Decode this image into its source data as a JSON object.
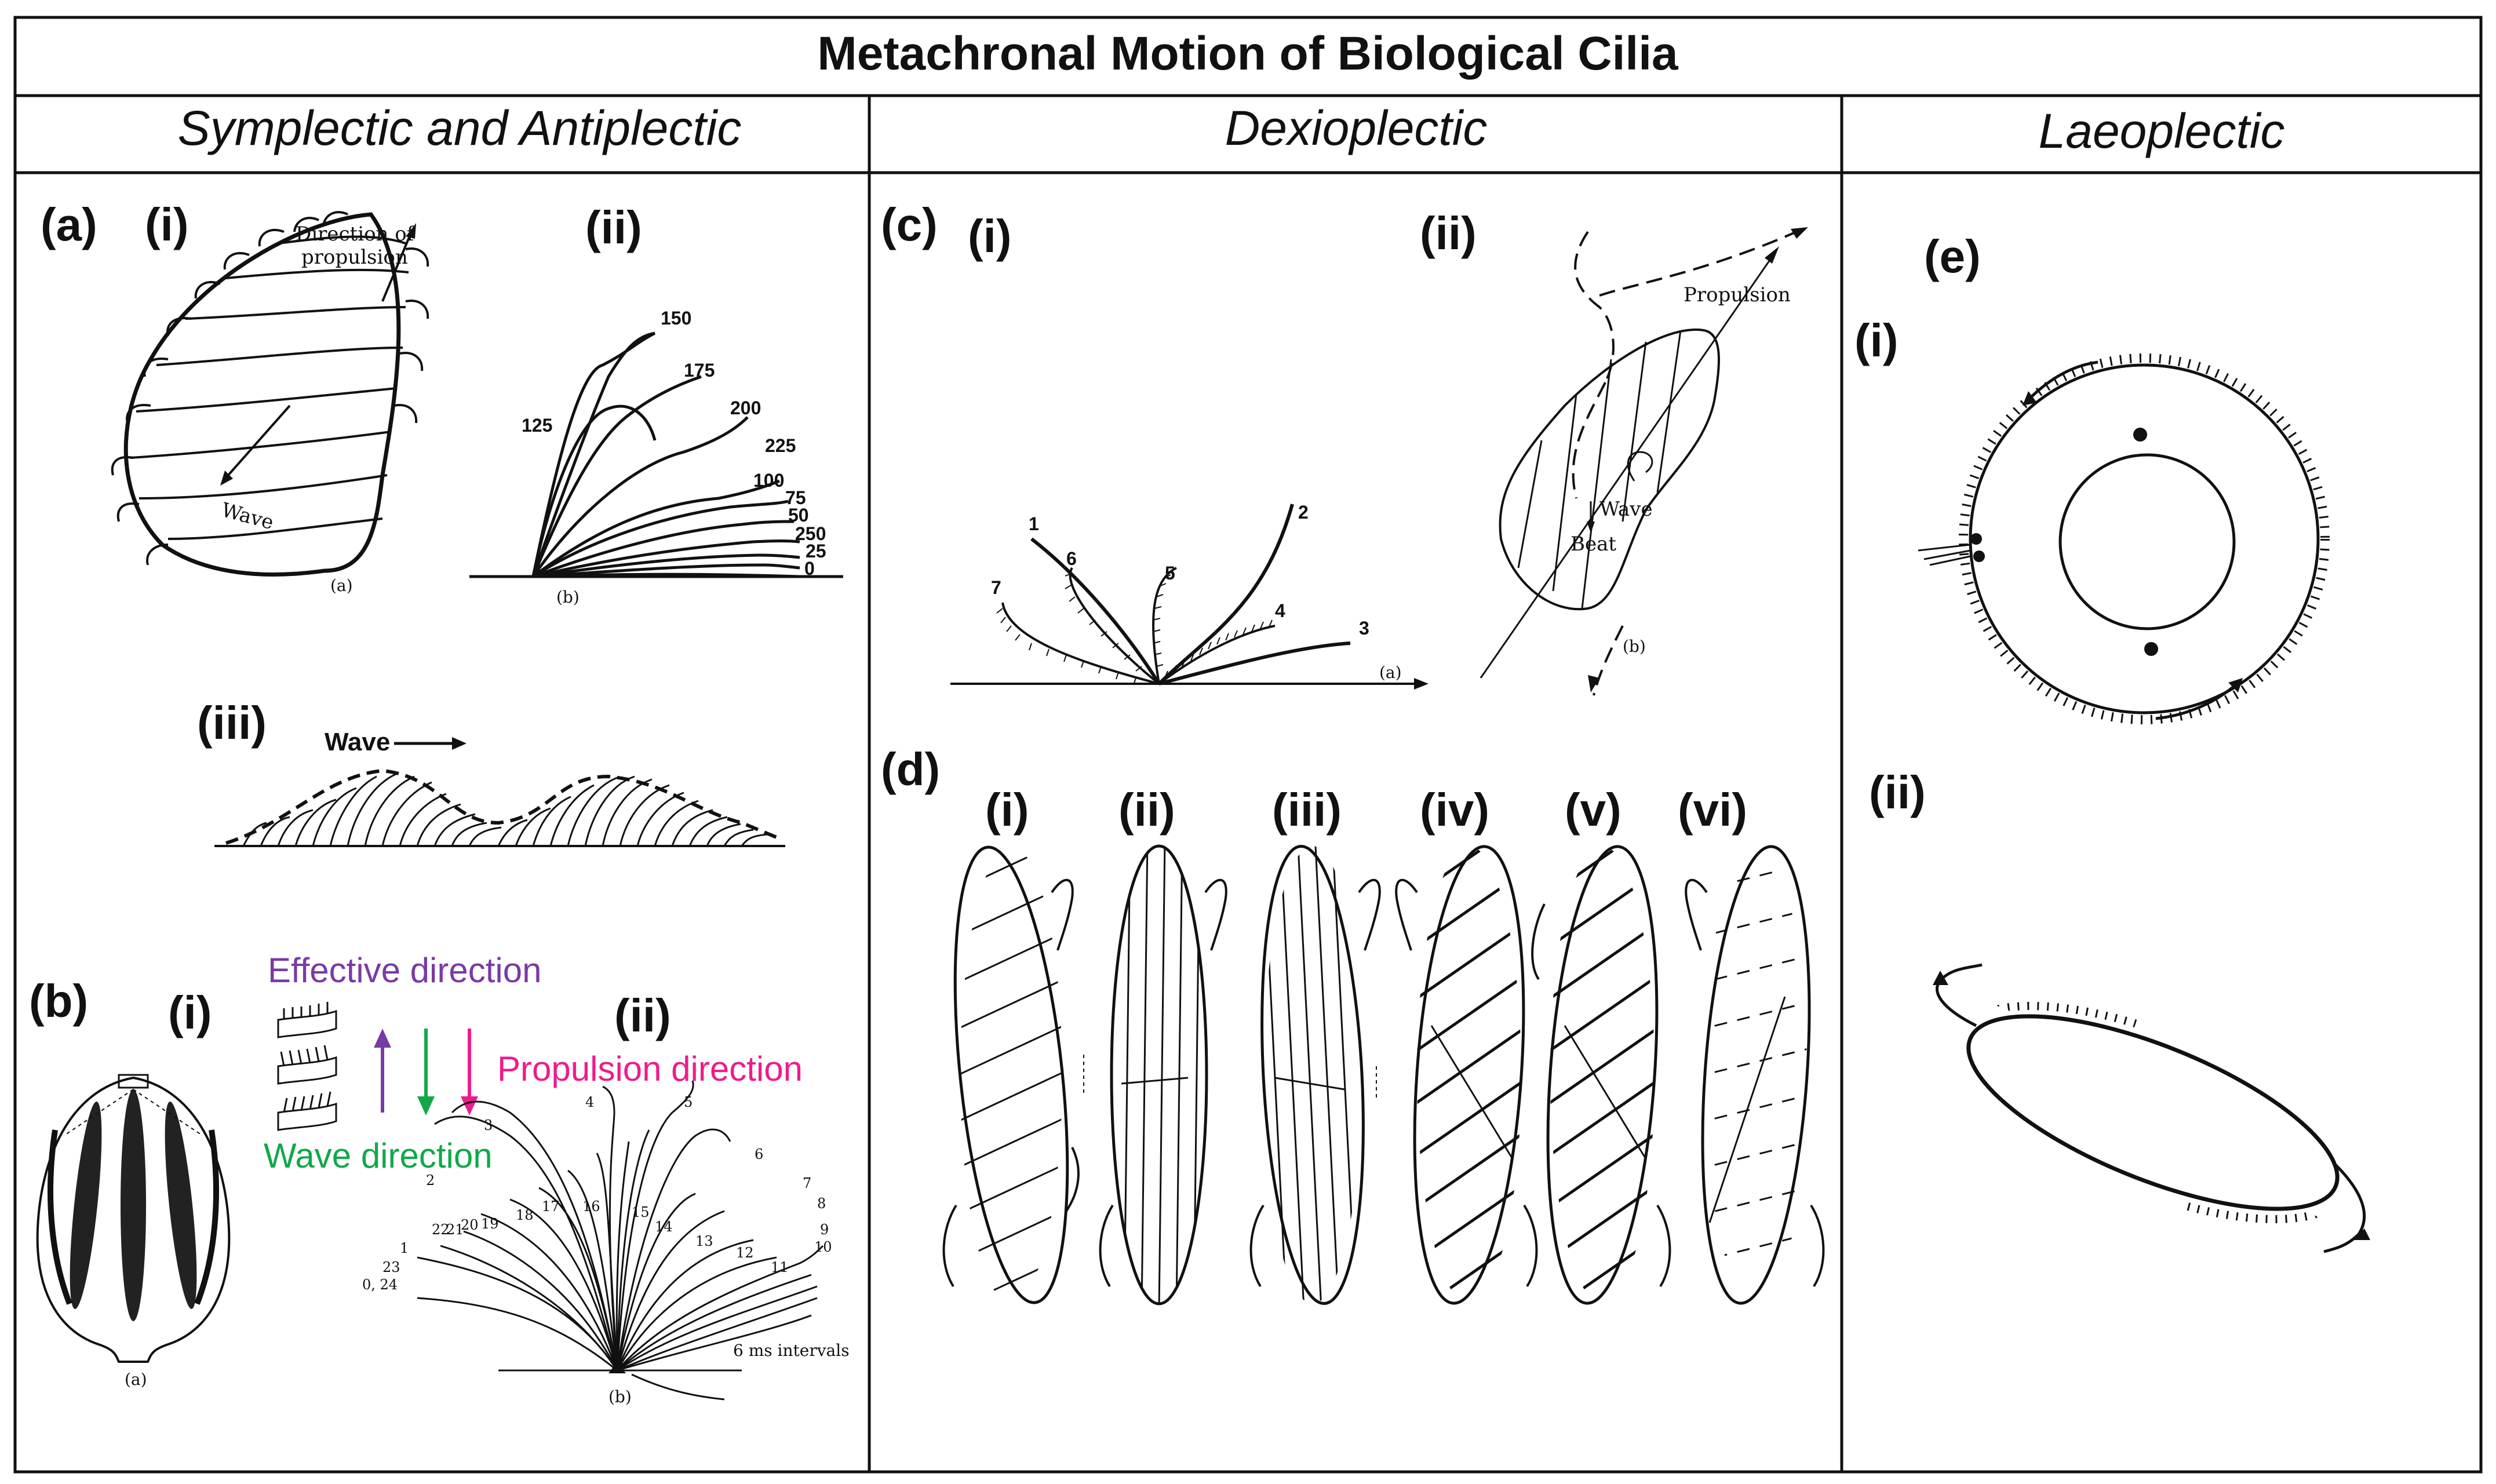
{
  "title": "Metachronal Motion of Biological Cilia",
  "columns": {
    "col1": "Symplectic and Antiplectic",
    "col2": "Dexioplectic",
    "col3": "Laeoplectic"
  },
  "panel_labels": {
    "a": "(a)",
    "b": "(b)",
    "c": "(c)",
    "d": "(d)",
    "e": "(e)",
    "i": "(i)",
    "ii": "(ii)",
    "iii": "(iii)",
    "iv": "(iv)",
    "v": "(v)",
    "vi": "(vi)"
  },
  "a_i": {
    "dir1": "Direction of",
    "dir2": "propulsion",
    "wave": "Wave",
    "sub": "(a)"
  },
  "a_ii": {
    "sub": "(b)",
    "n150": "150",
    "n175": "175",
    "n125": "125",
    "n200": "200",
    "n225": "225",
    "n100": "100",
    "n75": "75",
    "n50": "50",
    "n250": "250",
    "n25": "25",
    "n0": "0"
  },
  "a_iii": {
    "wave": "Wave"
  },
  "b_i": {
    "sub": "(a)"
  },
  "b_ii": {
    "sub": "(b)",
    "intervals": "6 ms intervals",
    "nums": [
      "0, 24",
      "23",
      "1",
      "22",
      "21",
      "20",
      "19",
      "18",
      "17",
      "16",
      "2",
      "3",
      "4",
      "15",
      "14",
      "5",
      "13",
      "12",
      "6",
      "11",
      "7",
      "8",
      "9",
      "10"
    ]
  },
  "legend": {
    "effective": "Effective direction",
    "propulsion": "Propulsion direction",
    "wave": "Wave direction",
    "colors": {
      "effective": "#7a3aa6",
      "wave": "#11a84a",
      "propulsion": "#ee1c8c"
    }
  },
  "c_i": {
    "sub": "(a)",
    "n1": "1",
    "n2": "2",
    "n3": "3",
    "n4": "4",
    "n5": "5",
    "n6": "6",
    "n7": "7"
  },
  "c_ii": {
    "sub": "(b)",
    "propulsion": "Propulsion",
    "wave": "Wave",
    "beat": "Beat"
  }
}
